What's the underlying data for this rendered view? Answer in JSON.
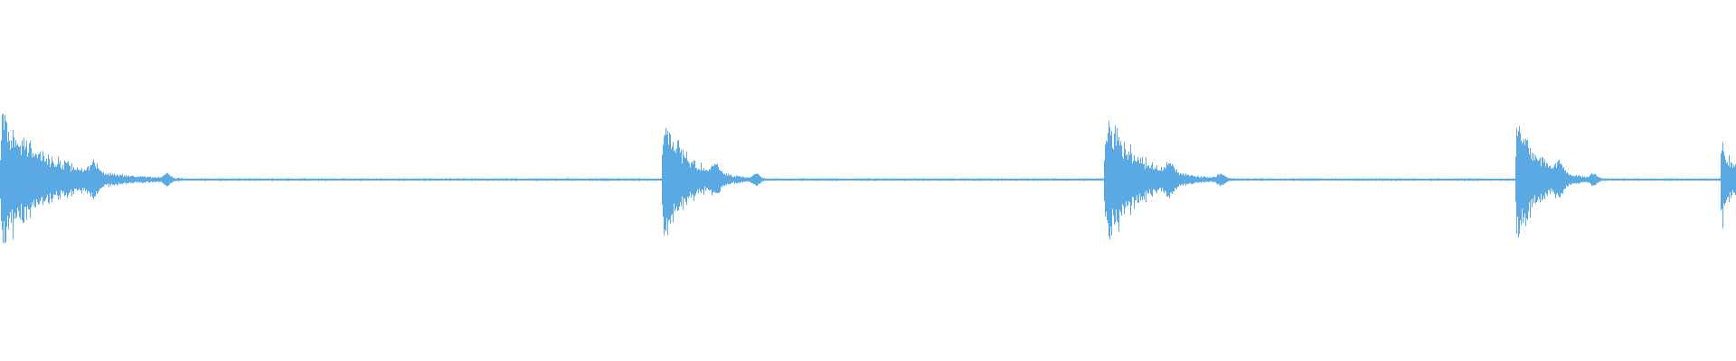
{
  "waveform": {
    "color": "#5aa9e2",
    "background": "#ffffff",
    "style": "audio waveform, mono channel",
    "transients": [
      {
        "position": 0.0,
        "peak": 0.98,
        "decay": 0.06
      },
      {
        "position": 0.381,
        "peak": 0.93,
        "decay": 0.034
      },
      {
        "position": 0.636,
        "peak": 1.0,
        "decay": 0.042
      },
      {
        "position": 0.873,
        "peak": 1.0,
        "decay": 0.028
      },
      {
        "position": 0.991,
        "peak": 0.72,
        "decay": 0.012
      }
    ]
  }
}
